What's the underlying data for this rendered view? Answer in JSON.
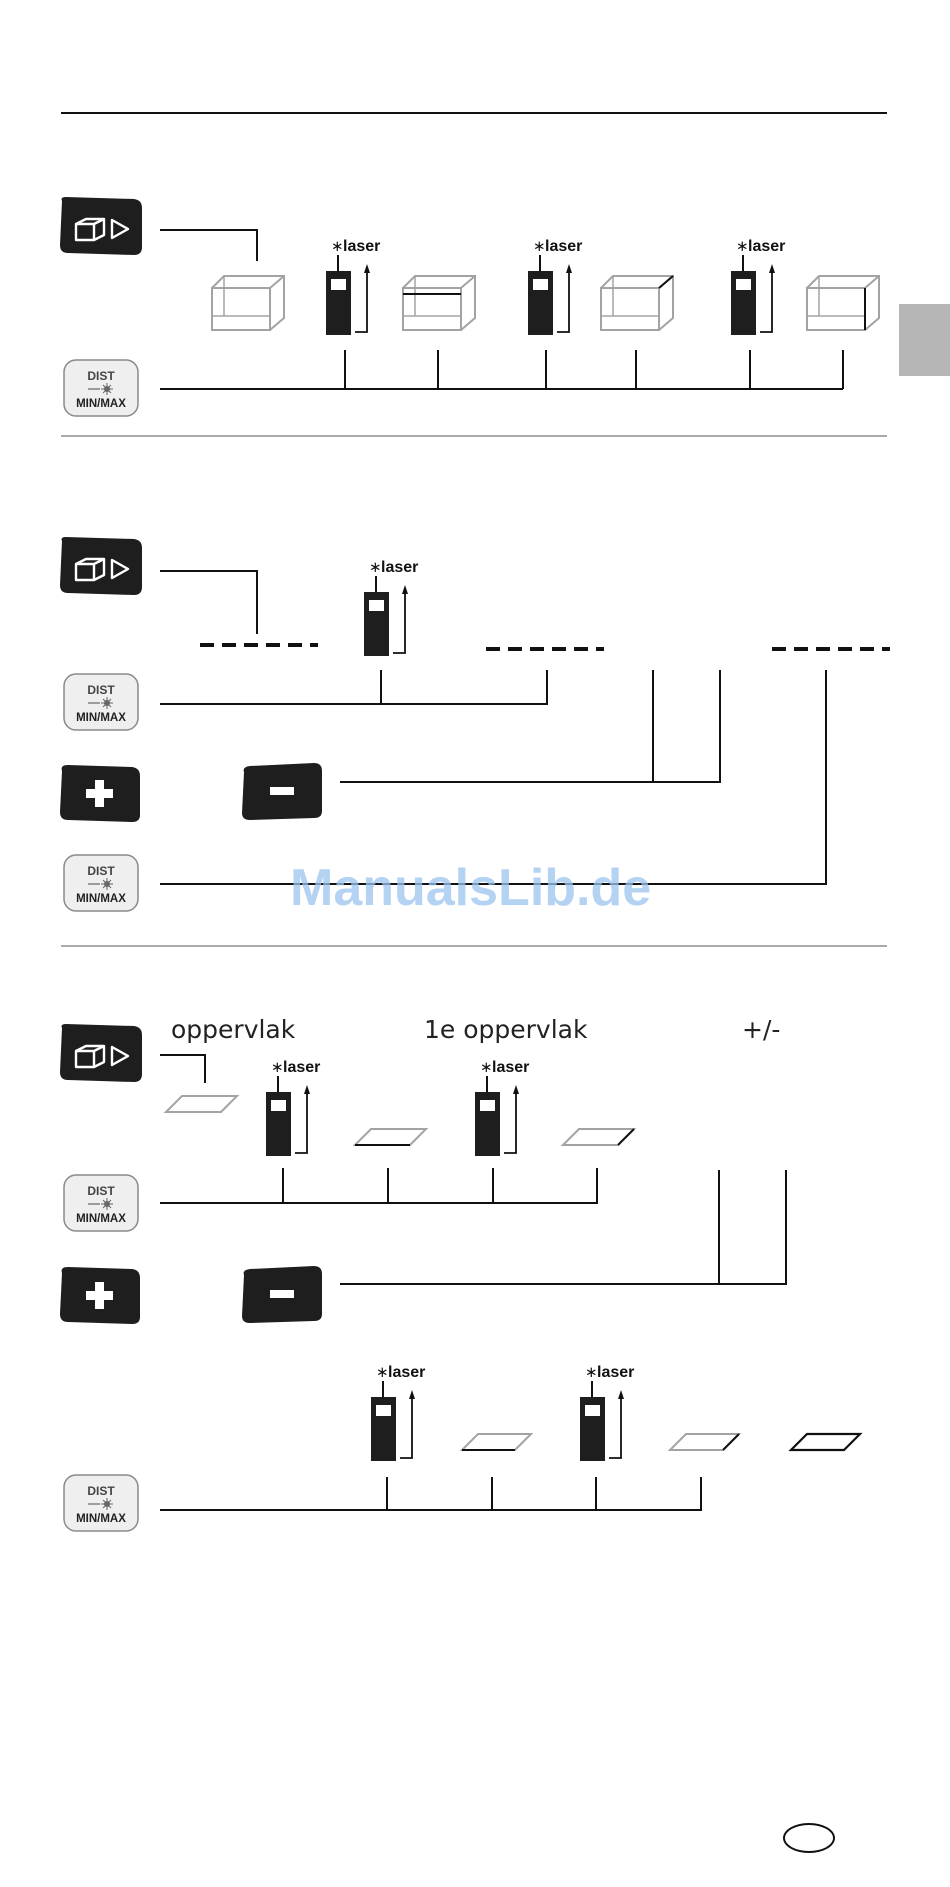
{
  "labels": {
    "area": "oppervlak",
    "first_area": "1e oppervlak",
    "plus_minus": "+/-"
  },
  "buttons": {
    "dist_top": "DIST",
    "dist_bottom": "MIN/MAX",
    "plus": "+",
    "minus": "−"
  },
  "device": {
    "laser_label": "laser",
    "laser_star": "∗"
  },
  "watermark": "ManualsLib.de",
  "colors": {
    "ink": "#1f1f1f",
    "faint": "#9a9a9a",
    "tab": "#b6b6b6",
    "watermark": "#9cc4ee"
  }
}
